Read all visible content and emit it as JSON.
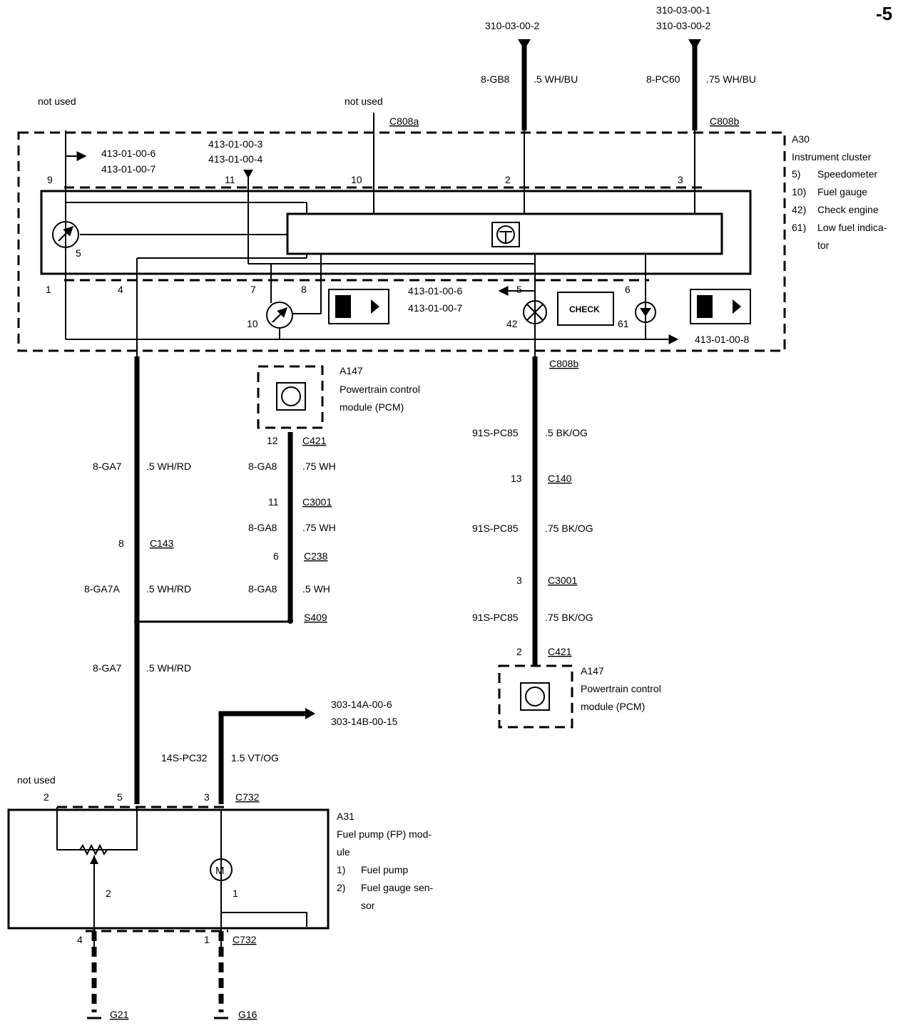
{
  "page_number": "-5",
  "refs": {
    "top_gb8_ref": "310-03-00-2",
    "top_pc60_ref1": "310-03-00-1",
    "top_pc60_ref2": "310-03-00-2",
    "left_arrow_ref1": "413-01-00-6",
    "left_arrow_ref2": "413-01-00-7",
    "pin11_ref1": "413-01-00-3",
    "pin11_ref2": "413-01-00-4",
    "pin5_ref1": "413-01-00-6",
    "pin5_ref2": "413-01-00-7",
    "bottom_right_ref": "413-01-00-8",
    "pc32_ref1": "303-14A-00-6",
    "pc32_ref2": "303-14B-00-15"
  },
  "notes": {
    "not_used_left": "not used",
    "not_used_mid": "not used",
    "not_used_fp": "not used"
  },
  "connectors": {
    "c808a": "C808a",
    "c808b_top": "C808b",
    "c808b_bottom": "C808b",
    "c421_a": "C421",
    "c3001_a": "C3001",
    "c238": "C238",
    "s409": "S409",
    "c143": "C143",
    "c140": "C140",
    "c3001_b": "C3001",
    "c421_b": "C421",
    "c732_top": "C732",
    "c732_bottom": "C732",
    "g21": "G21",
    "g16": "G16"
  },
  "wires": {
    "gb8_code": "8-GB8",
    "gb8_spec": ".5 WH/BU",
    "pc60_code": "8-PC60",
    "pc60_spec": ".75 WH/BU",
    "ga7_code": "8-GA7",
    "ga7_spec": ".5 WH/RD",
    "ga7a_code": "8-GA7A",
    "ga7a_spec": ".5 WH/RD",
    "ga7_low_code": "8-GA7",
    "ga7_low_spec": ".5 WH/RD",
    "ga8_1_code": "8-GA8",
    "ga8_1_spec": ".75 WH",
    "ga8_2_code": "8-GA8",
    "ga8_2_spec": ".75 WH",
    "ga8_3_code": "8-GA8",
    "ga8_3_spec": ".5 WH",
    "pc85_1_code": "91S-PC85",
    "pc85_1_spec": ".5 BK/OG",
    "pc85_2_code": "91S-PC85",
    "pc85_2_spec": ".75 BK/OG",
    "pc85_3_code": "91S-PC85",
    "pc85_3_spec": ".75 BK/OG",
    "pc32_code": "14S-PC32",
    "pc32_spec": "1.5 VT/OG"
  },
  "pins": {
    "p9": "9",
    "p11": "11",
    "p10": "10",
    "p2": "2",
    "p3": "3",
    "p1": "1",
    "p4": "4",
    "p7": "7",
    "p8": "8",
    "p5": "5",
    "p6": "6",
    "pcm_a_12": "12",
    "pcm_a_11": "11",
    "pcm_a_6": "6",
    "c143_8": "8",
    "c140_13": "13",
    "c3001_3": "3",
    "c421_2": "2",
    "fp_2": "2",
    "fp_5": "5",
    "fp_3": "3",
    "fp_4": "4",
    "fp_1": "1",
    "sensor_2": "2",
    "pump_1": "1"
  },
  "component_numbers": {
    "speedo": "5",
    "fuel_gauge": "10",
    "check_engine": "42",
    "low_fuel": "61"
  },
  "a30": {
    "id": "A30",
    "title": "Instrument cluster",
    "items": [
      {
        "n": "5)",
        "label": "Speedometer"
      },
      {
        "n": "10)",
        "label": "Fuel gauge"
      },
      {
        "n": "42)",
        "label": "Check engine"
      },
      {
        "n": "61)",
        "label": "Low fuel indica-"
      },
      {
        "n": "",
        "label": "tor"
      }
    ],
    "check_text": "CHECK"
  },
  "a147_left": {
    "id": "A147",
    "line1": "Powertrain control",
    "line2": "module (PCM)"
  },
  "a147_right": {
    "id": "A147",
    "line1": "Powertrain control",
    "line2": "module (PCM)"
  },
  "a31": {
    "id": "A31",
    "line1": "Fuel pump (FP) mod-",
    "line2": "ule",
    "items": [
      {
        "n": "1)",
        "label": "Fuel pump"
      },
      {
        "n": "2)",
        "label": "Fuel gauge sen-"
      },
      {
        "n": "",
        "label": "sor"
      }
    ],
    "motor": "M"
  }
}
